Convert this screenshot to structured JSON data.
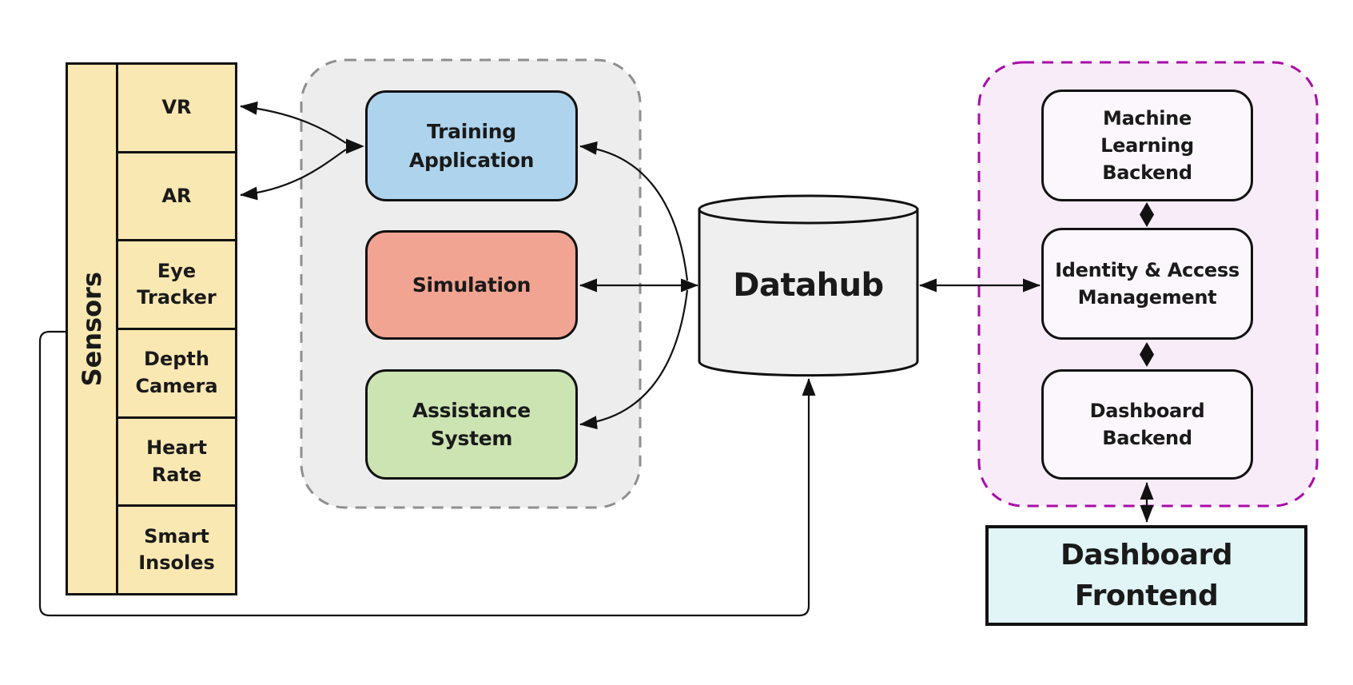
{
  "sensors": {
    "label": "Sensors",
    "items": [
      "VR",
      "AR",
      "Eye\nTracker",
      "Depth\nCamera",
      "Heart\nRate",
      "Smart\nInsoles"
    ]
  },
  "applications": {
    "training": "Training\nApplication",
    "simulation": "Simulation",
    "assistance": "Assistance\nSystem"
  },
  "datahub": {
    "label": "Datahub"
  },
  "backend": {
    "ml": "Machine\nLearning\nBackend",
    "iam": "Identity & Access\nManagement",
    "dashboard_backend": "Dashboard\nBackend"
  },
  "frontend": {
    "label": "Dashboard\nFrontend"
  },
  "colors": {
    "sensors_fill": "#FAE8B2",
    "training_fill": "#AED3ED",
    "simulation_fill": "#F2A492",
    "assistance_fill": "#CCE3B2",
    "apps_group_fill": "#EDEDED",
    "apps_group_border": "#8F8F8F",
    "backend_group_fill": "#F8ECF8",
    "backend_group_border": "#A80CA8",
    "backend_box_fill": "#FCF7FC",
    "datahub_fill": "#EFEFEF",
    "frontend_fill": "#E1F4F6",
    "line_color": "#111111"
  },
  "edges": [
    {
      "from": "VR",
      "to": "Training Application",
      "direction": "both"
    },
    {
      "from": "AR",
      "to": "Training Application",
      "direction": "both"
    },
    {
      "from": "Training Application",
      "to": "Datahub",
      "direction": "both"
    },
    {
      "from": "Simulation",
      "to": "Datahub",
      "direction": "both"
    },
    {
      "from": "Assistance System",
      "to": "Datahub",
      "direction": "both"
    },
    {
      "from": "Sensors",
      "to": "Datahub",
      "direction": "to"
    },
    {
      "from": "Datahub",
      "to": "Identity & Access Management",
      "direction": "both"
    },
    {
      "from": "Machine Learning Backend",
      "to": "Identity & Access Management",
      "direction": "both",
      "style": "diamond"
    },
    {
      "from": "Identity & Access Management",
      "to": "Dashboard Backend",
      "direction": "both",
      "style": "diamond"
    },
    {
      "from": "Dashboard Backend",
      "to": "Dashboard Frontend",
      "direction": "both"
    }
  ]
}
